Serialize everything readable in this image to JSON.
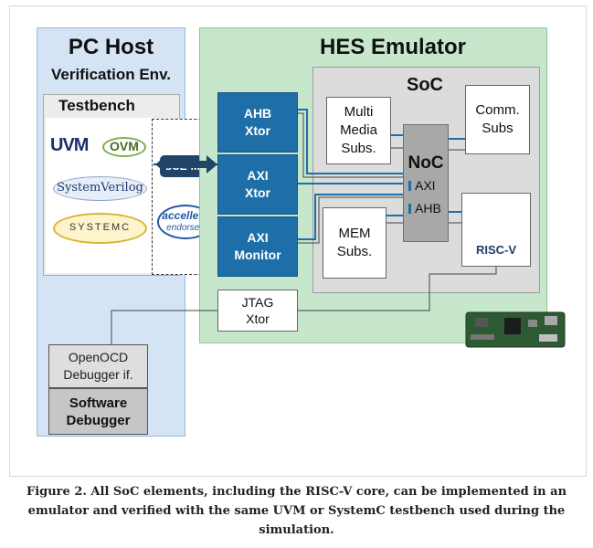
{
  "pc_host": {
    "title": "PC Host",
    "subtitle": "Verification Env.",
    "testbench_label": "Testbench",
    "logos": [
      "UVM",
      "OVM",
      "SystemVerilog",
      "SYSTEMC"
    ]
  },
  "sce_mi": {
    "label": "SCE-MI",
    "accellera": "accellera",
    "endorsed": "endorsed"
  },
  "emulator": {
    "title": "HES Emulator",
    "soc_title": "SoC",
    "transactors": [
      {
        "line1": "AHB",
        "line2": "Xtor"
      },
      {
        "line1": "AXI",
        "line2": "Xtor"
      },
      {
        "line1": "AXI",
        "line2": "Monitor"
      }
    ],
    "jtag": {
      "line1": "JTAG",
      "line2": "Xtor"
    },
    "multimedia": {
      "line1": "Multi",
      "line2": "Media",
      "line3": "Subs."
    },
    "comm": {
      "line1": "Comm.",
      "line2": "Subs"
    },
    "mem": {
      "line1": "MEM",
      "line2": "Subs."
    },
    "noc": {
      "title": "NoC",
      "port1": "AXI",
      "port2": "AHB"
    },
    "riscv_label": "RISC-V"
  },
  "debugger": {
    "openocd_line1": "OpenOCD",
    "openocd_line2": "Debugger if.",
    "software_line1": "Software",
    "software_line2": "Debugger"
  },
  "caption": "Figure 2. All SoC elements, including the RISC-V core, can be implemented in an emulator and verified with the same UVM or SystemC testbench used during the simulation.",
  "colors": {
    "pc_host_bg": "#d5e4f5",
    "emulator_bg": "#c6e7cb",
    "soc_bg": "#dcdcdc",
    "xtor_blue": "#1e6fa8",
    "noc_gray": "#a8a8a8"
  }
}
